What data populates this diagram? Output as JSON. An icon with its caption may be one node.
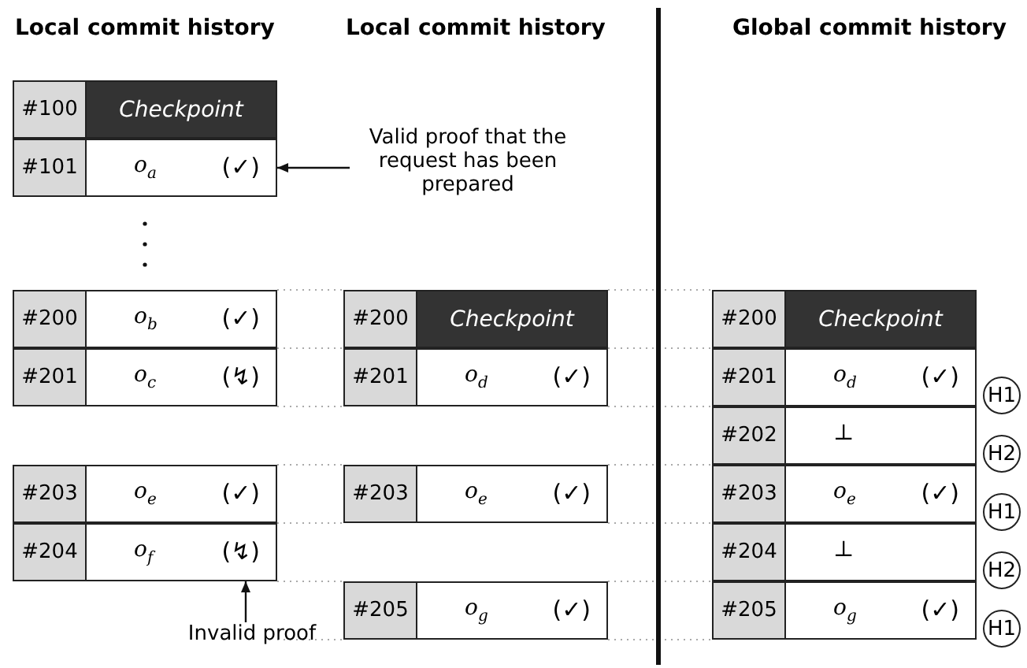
{
  "diagram": {
    "nodes": [
      {
        "text": [
          "#100",
          "Checkpoint"
        ]
      },
      {
        "text": [
          "#101",
          "*o*$_{a}$",
          "(✓)"
        ]
      },
      {
        "text": [
          "Valid proof that the request has been prepared"
        ]
      },
      {
        "text": [
          "#200",
          "*o*$_{b}$",
          "(✓)"
        ]
      },
      {
        "text": [
          "#201",
          "*o*$_{c}$",
          "(↯)"
        ]
      },
      {
        "text": [
          "#203",
          "*o*$_{e}$",
          "(✓)"
        ]
      },
      {
        "text": [
          "#204",
          "*o*$_{f}$",
          "(↯)"
        ]
      },
      {
        "text": [
          "Invalid proof"
        ]
      },
      {
        "text": [
          "#200",
          "Checkpoint"
        ]
      },
      {
        "text": [
          "#201",
          "*o*$_{d}$",
          "(✓)"
        ]
      },
      {
        "text": [
          "#203",
          "*o*$_{e}$",
          "(✓)"
        ]
      },
      {
        "text": [
          "#205",
          "*o*$_{g}$",
          "(✓)"
        ]
      },
      {
        "text": [
          "#200",
          "Checkpoint"
        ]
      },
      {
        "text": [
          "#201",
          "*o*$_{d}$",
          "(✓)"
        ]
      },
      {
        "text": [
          "#202",
          "⊥"
        ]
      },
      {
        "text": [
          "#203",
          "*o*$_{e}$",
          "(✓)"
        ]
      },
      {
        "text": [
          "#204",
          "⊥"
        ]
      },
      {
        "text": [
          "#205",
          "*o*$_{g}$",
          "(✓)"
        ]
      },
      {
        "text": [
          "H1"
        ]
      },
      {
        "text": [
          "H2"
        ]
      },
      {
        "text": [
          "H1"
        ]
      },
      {
        "text": [
          "H2"
        ]
      },
      {
        "text": [
          "H1"
        ]
      }
    ],
    "edges": [
      {
        "from": 2,
        "to": 1,
        "arrow": "to"
      },
      {
        "from": 7,
        "to": 6,
        "arrow": "to"
      }
    ],
    "labels": [
      "Local commit history",
      "Local commit history",
      "Global commit history"
    ]
  }
}
